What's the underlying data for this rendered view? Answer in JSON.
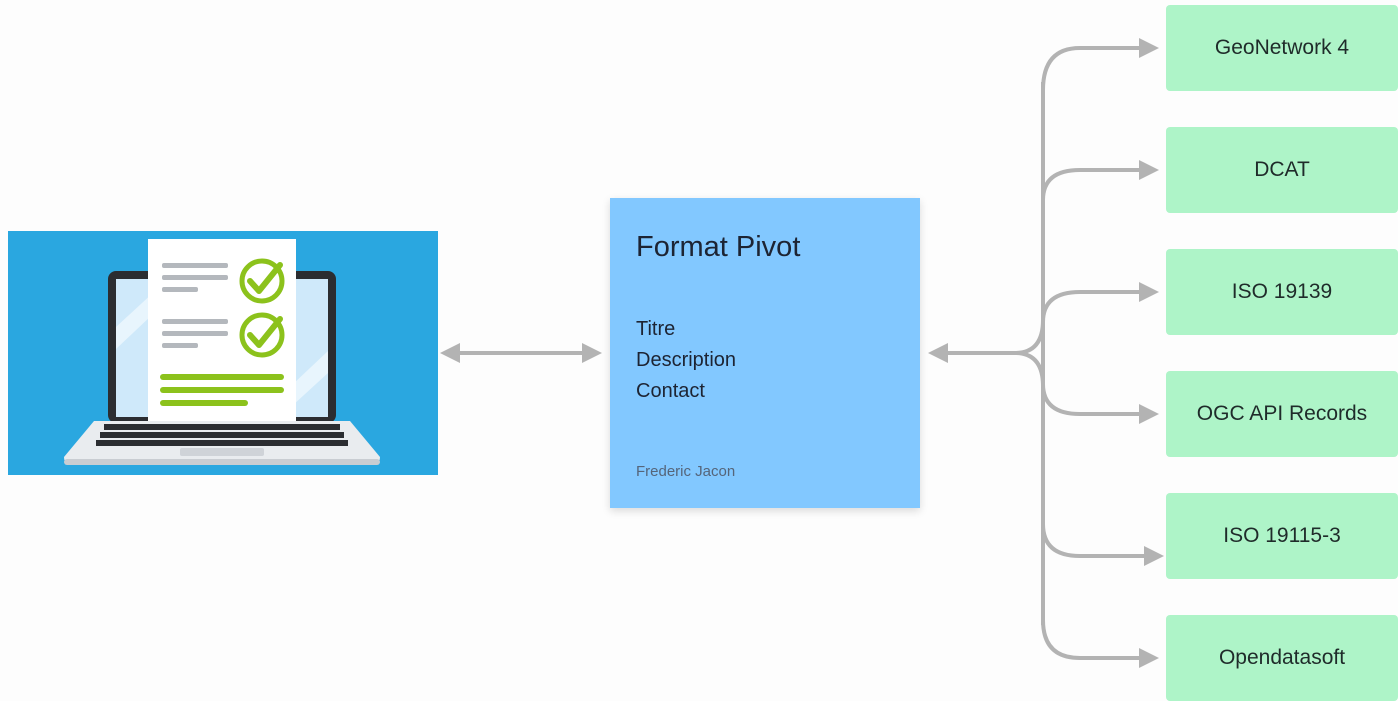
{
  "colors": {
    "illustration_bg": "#2aa7e0",
    "pivot_bg": "#82c8ff",
    "target_bg": "#aef4c8",
    "connector": "#b3b3b3",
    "check_green": "#8cc21c"
  },
  "pivot": {
    "title": "Format Pivot",
    "fields": [
      "Titre",
      "Description",
      "Contact"
    ],
    "author": "Frederic Jacon"
  },
  "targets": [
    {
      "label": "GeoNetwork 4"
    },
    {
      "label": "DCAT"
    },
    {
      "label": "ISO 19139"
    },
    {
      "label": "OGC API Records"
    },
    {
      "label": "ISO 19115-3"
    },
    {
      "label": "Opendatasoft"
    }
  ],
  "illustration": {
    "icon": "laptop-checklist-icon"
  }
}
